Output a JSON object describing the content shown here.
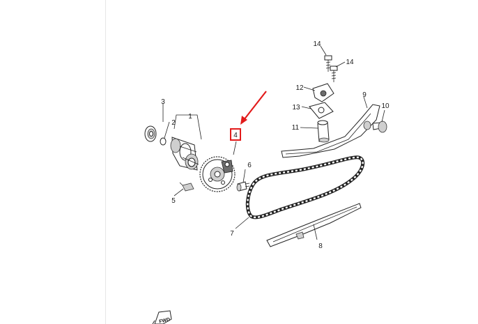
{
  "callouts": [
    {
      "id": "1",
      "text": "1"
    },
    {
      "id": "2",
      "text": "2"
    },
    {
      "id": "3",
      "text": "3"
    },
    {
      "id": "4",
      "text": "4"
    },
    {
      "id": "5",
      "text": "5"
    },
    {
      "id": "6",
      "text": "6"
    },
    {
      "id": "7",
      "text": "7"
    },
    {
      "id": "8",
      "text": "8"
    },
    {
      "id": "9",
      "text": "9"
    },
    {
      "id": "10",
      "text": "10"
    },
    {
      "id": "11",
      "text": "11"
    },
    {
      "id": "12",
      "text": "12"
    },
    {
      "id": "13",
      "text": "13"
    },
    {
      "id": "14a",
      "text": "14"
    },
    {
      "id": "14b",
      "text": "14"
    }
  ],
  "highlight": {
    "part": "4",
    "color": "#e21b1b"
  },
  "direction_badge": {
    "text": "FWD"
  }
}
